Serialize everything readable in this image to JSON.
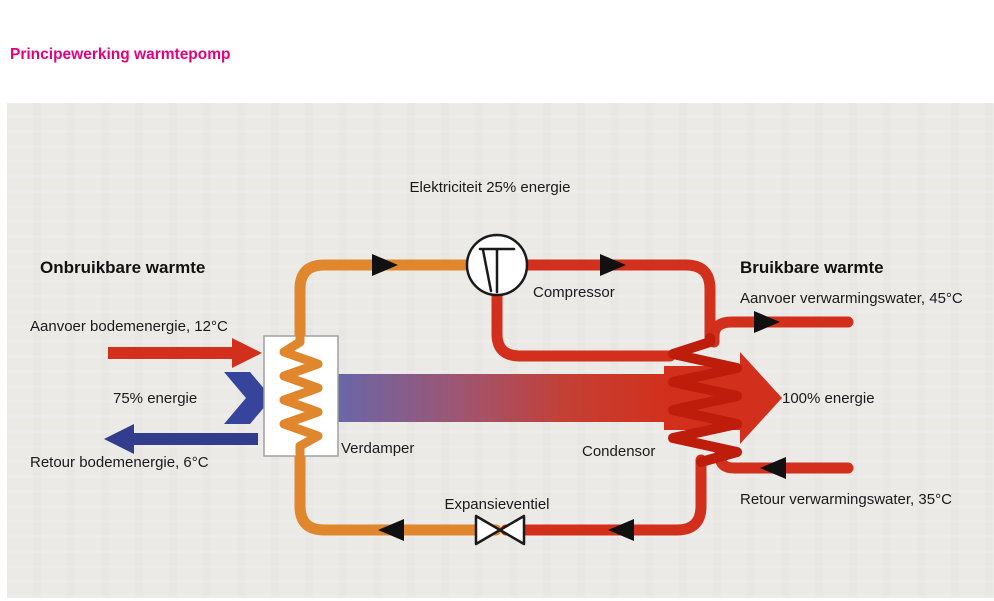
{
  "title": "Principewerking warmtepomp",
  "headings": {
    "left": "Onbruikbare warmte",
    "right": "Bruikbare warmte"
  },
  "labels": {
    "electricity": "Elektriciteit 25% energie",
    "compressor": "Compressor",
    "evaporator": "Verdamper",
    "condenser": "Condensor",
    "expansion_valve": "Expansieventiel",
    "source_supply": "Aanvoer bodemenergie, 12°C",
    "source_return": "Retour bodemenergie, 6°C",
    "energy_in": "75% energie",
    "energy_out": "100% energie",
    "heating_supply": "Aanvoer verwarmingswater, 45°C",
    "heating_return": "Retour verwarmingswater, 35°C"
  },
  "colors": {
    "title_magenta": "#e5007d",
    "pipe_orange": "#e0872e",
    "pipe_red": "#d2301c",
    "coil_red_dark": "#bf1d0c",
    "arrow_blue": "#36449b",
    "return_blue": "#333d8e",
    "panel_gray": "#e9e8e5",
    "text_black": "#1a1a1a"
  }
}
